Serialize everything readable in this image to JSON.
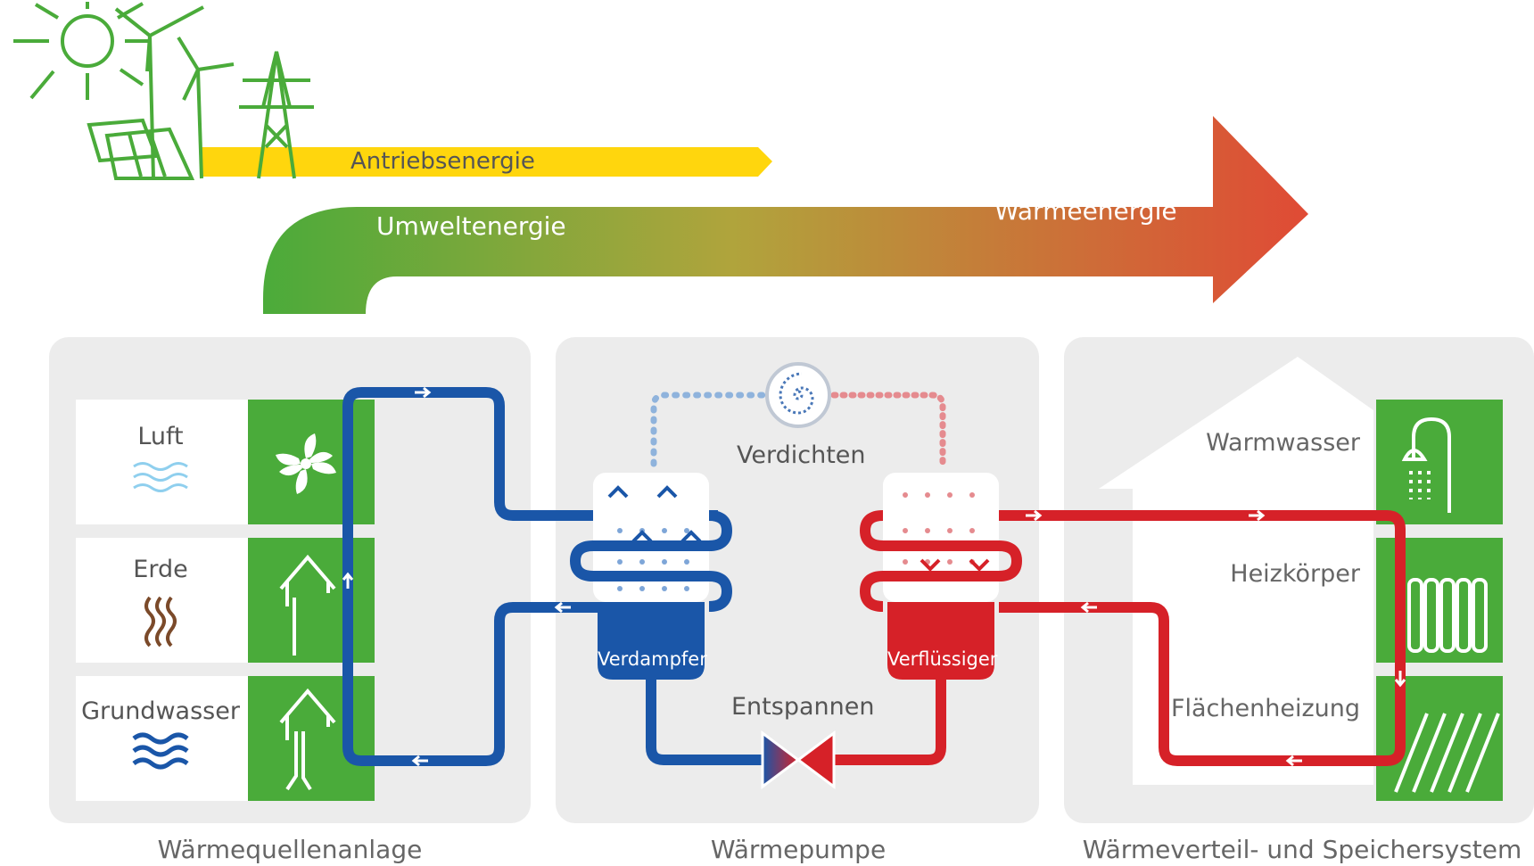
{
  "energy_flow": {
    "drive_energy": "Antriebsenergie",
    "environment_energy": "Umweltenergie",
    "heat_energy": "Wärmeenergie"
  },
  "heat_source": {
    "caption": "Wärmequellenanlage",
    "sources": [
      {
        "label": "Luft",
        "icon": "waves-icon"
      },
      {
        "label": "Erde",
        "icon": "earth-waves-icon"
      },
      {
        "label": "Grundwasser",
        "icon": "water-waves-icon"
      }
    ]
  },
  "heat_pump": {
    "caption": "Wärmepumpe",
    "compress": "Verdichten",
    "expand": "Entspannen",
    "evaporator": "Verdampfer",
    "condenser": "Verflüssiger"
  },
  "distribution": {
    "caption": "Wärmeverteil- und Speichersystem",
    "items": [
      {
        "label": "Warmwasser",
        "icon": "shower-icon"
      },
      {
        "label": "Heizkörper",
        "icon": "radiator-icon"
      },
      {
        "label": "Flächenheizung",
        "icon": "floor-heating-icon"
      }
    ]
  },
  "colors": {
    "green": "#4aab3a",
    "yellow": "#ffd400",
    "red": "#d62128",
    "blue": "#1a56a8",
    "panel": "#ececec"
  }
}
